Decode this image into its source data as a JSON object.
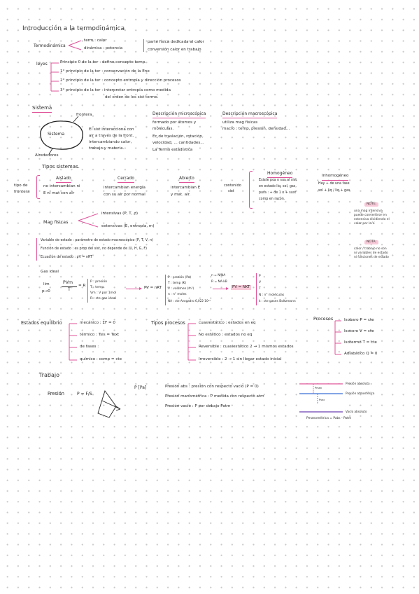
{
  "title": "Introducción a la termodinámica",
  "termo": {
    "label": "Termodinámica",
    "top": "term : calor",
    "bottom": "dinámica : potencia",
    "desc1": "parte física dedicada al calor",
    "desc2": "conversión calor en trabajo"
  },
  "leyes": {
    "label": "leyes",
    "items": [
      "Principio 0 de la ter : define concepto temp.",
      "1° principio de la ter : conservación de la Ene",
      "2° principio de la ter : concepto entropía y dirección procesos",
      "3° principio de la ter : interpretar entropía como medida"
    ],
    "cont": "del orden de los sist termo."
  },
  "sistema": {
    "heading": "Sistema",
    "circle_label": "Sistema",
    "frontera": "frontera",
    "alrededores": "Alrededores",
    "desc": [
      "El sist interacciona con",
      "alr a través de la front.",
      "intercambiando calor,",
      "trabajo y materia."
    ]
  },
  "micro": {
    "heading": "Descripción microscópica",
    "lines": [
      "formado por átomos y",
      "moléculas.",
      "Ec de traslación, rotación,",
      "velocidad, ... cantidades...",
      "La Termo estadística"
    ]
  },
  "macro": {
    "heading": "Descripción macroscópica",
    "lines": [
      "utiliza mag físicas",
      "macro : temp, presión, densidad..."
    ]
  },
  "tipos": {
    "heading": "Tipos sistemas.",
    "side_label": [
      "tipo de",
      "frontera"
    ],
    "aislado": {
      "title": "Aislado",
      "l1": "no intercambian ni",
      "l2": "E ni mat con alr"
    },
    "cerrado": {
      "title": "Cerrado",
      "l1": "intercambian energía",
      "l2": "con su alr por normal"
    },
    "abierto": {
      "title": "Abierto",
      "l1": "intercambian E",
      "l2": "y mat. alr."
    },
    "contenido": [
      "contenido",
      "sist"
    ],
    "homogeneo": {
      "title": "Homogéneo",
      "lines": [
        "Existe pos o sus al sist",
        "en estado liq, sol, gas,",
        "pura : + de 1 o + sust",
        "comp en razón."
      ]
    },
    "inhomogeneo": {
      "title": "Inhomogéneo",
      "lines": [
        "Hay + de una fase",
        "sol + liq / liq + gas"
      ]
    }
  },
  "notes": [
    {
      "tag": "NOTE:",
      "text": "una mag intensiva\npuede convertirse en\nextensiva dividiendo el\nvalor por la V."
    },
    {
      "tag": "NOTA:",
      "text": "calor / trabajo no son\nni variables de estado\nni funciones de estado"
    }
  ],
  "mag": {
    "label": "Mag físicas",
    "intensivas": "intensivas (P, T, ρ)",
    "extensivas": "extensivas (E, entropía, m)"
  },
  "estado": [
    "Variable de estado : parámetro de estado macroscópico (P, T, V, n)",
    "Función de estado : es prop del sist, no depende de (U, H, G, F)",
    "Ecuación de estado : pV = nRT"
  ],
  "gas": {
    "label": "Gas ideal",
    "left_top": "lim",
    "left_bottom": "p→0",
    "frac_num": "PVm",
    "frac_den": "T",
    "eq_r": "= R",
    "vars1": [
      "P : presión",
      "T : temp",
      "Vm : V por 1mol",
      "R : cte gas ideal"
    ],
    "eq1": "PV = nRT",
    "vars2": [
      "P : presión (Pa)",
      "T : temp (K)",
      "V : volumen (m³)",
      "n : n° moles",
      "NA : cte Avogadro 6,022·10²³"
    ],
    "mid_top": "n = N/NA",
    "mid_bottom": "R = NA·kB",
    "eq2": "PV = NKT",
    "vars3": [
      "P",
      "V",
      "T",
      "N : n° moléculas",
      "k : cte gases Boltzmann"
    ]
  },
  "equilibrio": {
    "label": "Estados equilibrio",
    "items": [
      "mecánico : ΣF = 0",
      "térmico : Tsis = Text",
      "de fases :",
      "químico : comp = cte"
    ]
  },
  "procesos": {
    "label": "Tipos procesos",
    "items": [
      "cuasiestático : estados en eq",
      "No estático : estados no eq",
      "Reversible : cuasiestático 2 → 1 mismos estados",
      "Irreversible : 2 → 1 sin llegar estado inicial"
    ]
  },
  "procesos2": {
    "label": "Procesos",
    "items": [
      "Isobaro P = cte",
      "Isocoro V = cte",
      "Isotermo T = cte",
      "Adiabático Q = 0"
    ]
  },
  "trabajo": {
    "heading": "Trabajo",
    "presion_label": "Presión",
    "formula": "P = F/S",
    "unit": "P [Pa]",
    "defs": [
      "Presión abs : presión con respecto vacío (P = 0)",
      "Presión manométrica : P medida con respecto atm",
      "Presión vacío : P por debajo Patm"
    ]
  },
  "diagram": {
    "abs": "Presión absoluta",
    "atm": "Presión atmosférica",
    "vac": "Vacío absoluto",
    "pman": "Pman",
    "pvac": "Pvac",
    "formula": "Pmanométrica = Pabs - Patm"
  },
  "colors": {
    "accent": "#e0539a",
    "pink_fill": "#f8c9d8",
    "blue": "#3b6fd8",
    "purple": "#6a3fb5"
  }
}
